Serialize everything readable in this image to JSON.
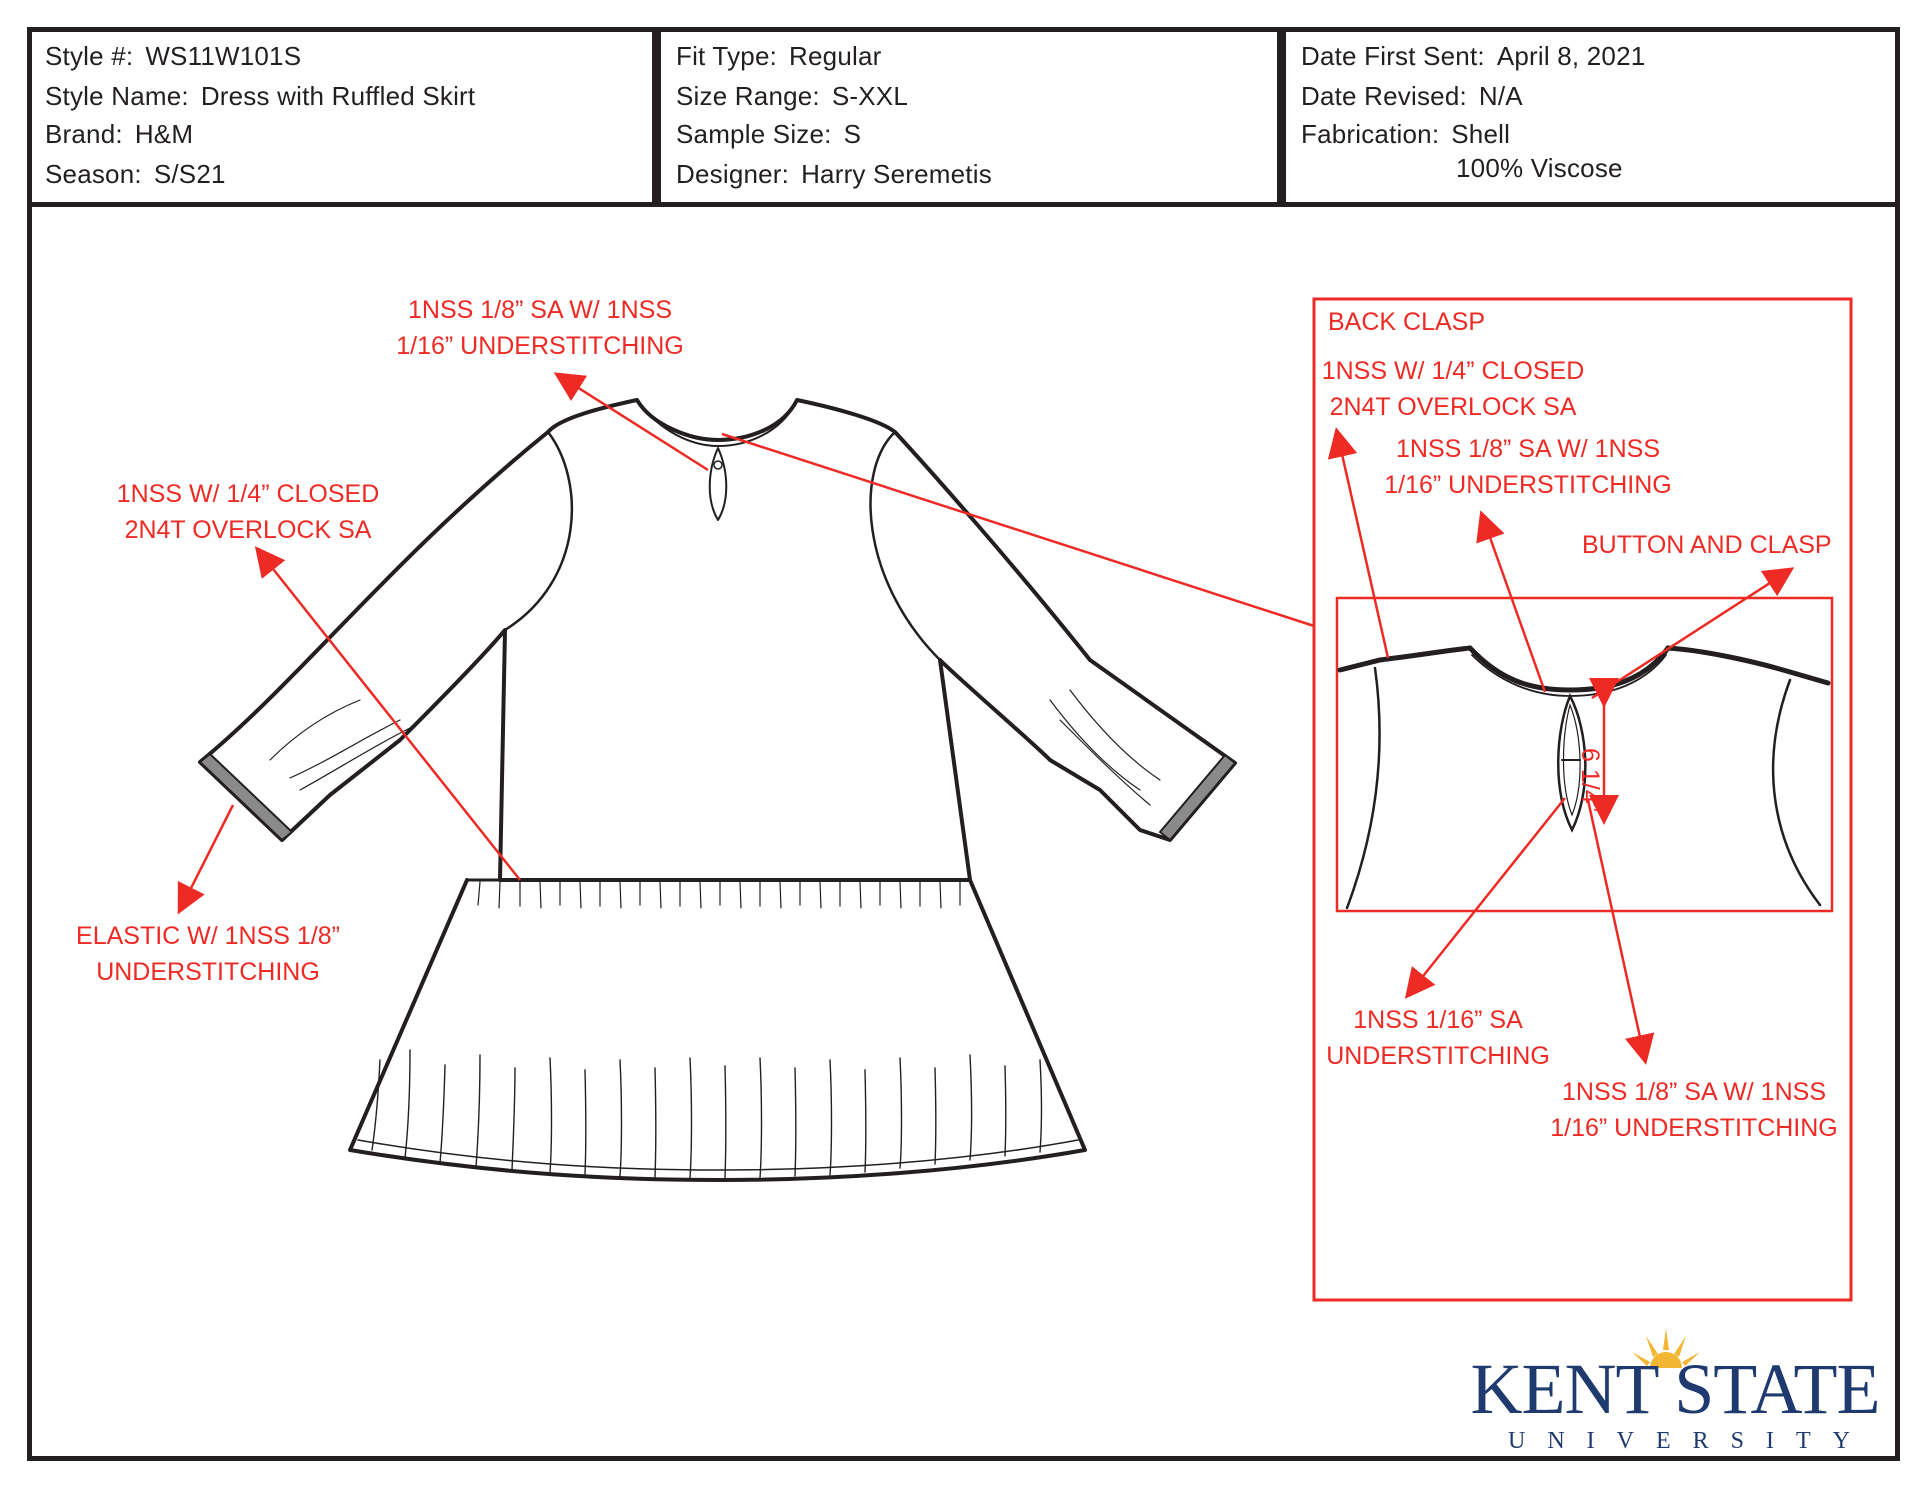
{
  "header": {
    "col1": [
      {
        "label": "Style #:",
        "value": "WS11W101S"
      },
      {
        "label": "Style Name:",
        "value": "Dress with Ruffled Skirt"
      },
      {
        "label": "Brand:",
        "value": "H&M"
      },
      {
        "label": "Season:",
        "value": "S/S21"
      }
    ],
    "col2": [
      {
        "label": "Fit Type:",
        "value": "Regular"
      },
      {
        "label": "Size Range:",
        "value": "S-XXL"
      },
      {
        "label": "Sample Size:",
        "value": "S"
      },
      {
        "label": "Designer:",
        "value": "Harry Seremetis"
      }
    ],
    "col3": [
      {
        "label": "Date First Sent:",
        "value": "April 8, 2021"
      },
      {
        "label": "Date Revised:",
        "value": "N/A"
      },
      {
        "label": "Fabrication:",
        "value": "Shell"
      },
      {
        "label": "",
        "value": "100% Viscose"
      }
    ]
  },
  "callouts": {
    "neck_seam": [
      "1NSS 1/8” SA W/ 1NSS",
      "1/16” UNDERSTITCHING"
    ],
    "overlock": [
      "1NSS W/ 1/4” CLOSED",
      "2N4T OVERLOCK SA"
    ],
    "elastic": [
      "ELASTIC W/ 1NSS 1/8”",
      "UNDERSTITCHING"
    ]
  },
  "detail": {
    "title": "BACK CLASP",
    "overlock": [
      "1NSS W/ 1/4” CLOSED",
      "2N4T OVERLOCK SA"
    ],
    "neck_seam": [
      "1NSS 1/8” SA W/ 1NSS",
      "1/16” UNDERSTITCHING"
    ],
    "button": "BUTTON AND CLASP",
    "measure": "6 1/4”",
    "sa_small": [
      "1NSS 1/16” SA",
      "UNDERSTITCHING"
    ],
    "placket": [
      "1NSS 1/8” SA W/ 1NSS",
      "1/16” UNDERSTITCHING"
    ]
  },
  "logo": {
    "name": "KENT STATE",
    "sub": "UNIVERSITY"
  },
  "colors": {
    "annotation": "#ee2a24",
    "line": "#231f20",
    "logo_blue": "#1e3a6e",
    "logo_gold": "#f2b632"
  }
}
